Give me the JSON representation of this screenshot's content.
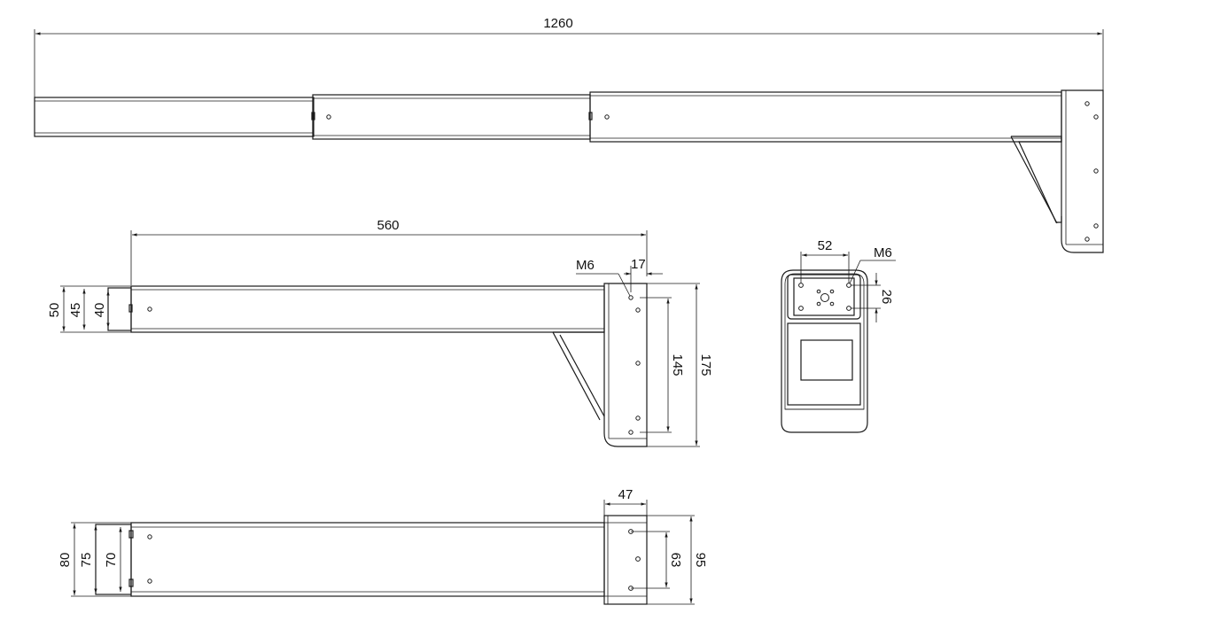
{
  "top_view": {
    "overall_length": "1260"
  },
  "side_view": {
    "extension_length": "560",
    "thread_left": "M6",
    "hole_offset": "17",
    "tube_outer_height": "50",
    "tube_mid_height": "45",
    "tube_inner_height": "40",
    "hole_spacing": "145",
    "plate_height": "175"
  },
  "end_view": {
    "hole_width": "52",
    "thread_right": "M6",
    "hole_pitch": "26"
  },
  "bottom_view": {
    "plate_depth": "47",
    "tube_outer_width": "80",
    "tube_mid_width": "75",
    "tube_inner_width": "70",
    "hole_spacing": "63",
    "plate_width": "95"
  }
}
